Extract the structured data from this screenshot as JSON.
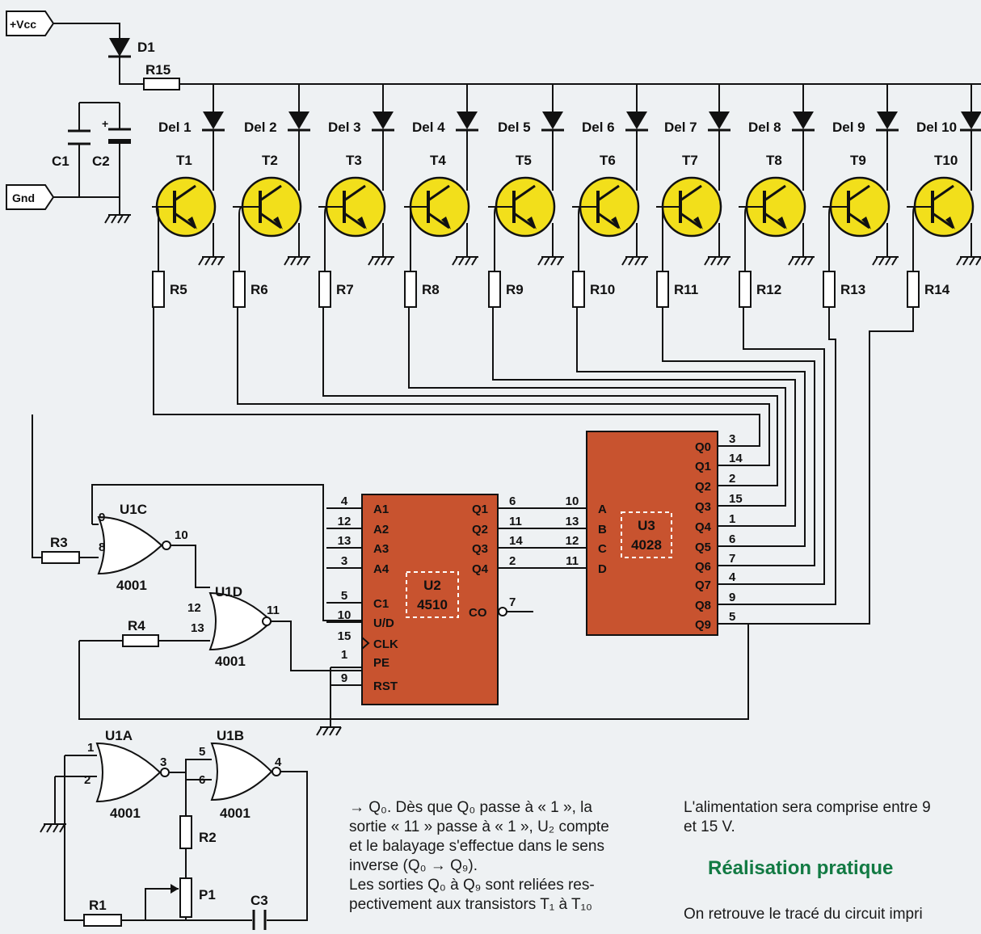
{
  "power": {
    "vcc": "+Vcc",
    "gnd": "Gnd"
  },
  "top_parts": {
    "d1": "D1",
    "r15": "R15",
    "c1": "C1",
    "c2": "C2",
    "c2_plus": "+"
  },
  "leds": [
    "Del 1",
    "Del 2",
    "Del 3",
    "Del 4",
    "Del 5",
    "Del 6",
    "Del 7",
    "Del 8",
    "Del 9",
    "Del 10"
  ],
  "transistors": [
    "T1",
    "T2",
    "T3",
    "T4",
    "T5",
    "T6",
    "T7",
    "T8",
    "T9",
    "T10"
  ],
  "base_resistors": [
    "R5",
    "R6",
    "R7",
    "R8",
    "R9",
    "R10",
    "R11",
    "R12",
    "R13",
    "R14"
  ],
  "gates": {
    "u1c": {
      "name": "U1C",
      "chip": "4001",
      "pins": [
        "9",
        "8",
        "10"
      ]
    },
    "u1d": {
      "name": "U1D",
      "chip": "4001",
      "pins": [
        "12",
        "13",
        "11"
      ]
    },
    "u1a": {
      "name": "U1A",
      "chip": "4001",
      "pins": [
        "1",
        "2",
        "3"
      ]
    },
    "u1b": {
      "name": "U1B",
      "chip": "4001",
      "pins": [
        "5",
        "6",
        "4"
      ]
    }
  },
  "passives": {
    "r1": "R1",
    "r2": "R2",
    "r3": "R3",
    "r4": "R4",
    "p1": "P1",
    "c3": "C3"
  },
  "u2": {
    "ref": "U2",
    "part": "4510",
    "left_pins": [
      {
        "name": "A1",
        "num": "4"
      },
      {
        "name": "A2",
        "num": "12"
      },
      {
        "name": "A3",
        "num": "13"
      },
      {
        "name": "A4",
        "num": "3"
      },
      {
        "name": "C1",
        "num": "5"
      },
      {
        "name": "U/D",
        "num": "10"
      },
      {
        "name": "CLK",
        "num": "15"
      },
      {
        "name": "PE",
        "num": "1"
      },
      {
        "name": "RST",
        "num": "9"
      }
    ],
    "right_pins": [
      {
        "name": "Q1",
        "num": "6"
      },
      {
        "name": "Q2",
        "num": "11"
      },
      {
        "name": "Q3",
        "num": "14"
      },
      {
        "name": "Q4",
        "num": "2"
      }
    ],
    "co": {
      "name": "CO",
      "num": "7"
    }
  },
  "u3": {
    "ref": "U3",
    "part": "4028",
    "left_pins": [
      {
        "name": "A",
        "num": "10"
      },
      {
        "name": "B",
        "num": "13"
      },
      {
        "name": "C",
        "num": "12"
      },
      {
        "name": "D",
        "num": "11"
      }
    ],
    "right_pins": [
      {
        "name": "Q0",
        "num": "3"
      },
      {
        "name": "Q1",
        "num": "14"
      },
      {
        "name": "Q2",
        "num": "2"
      },
      {
        "name": "Q3",
        "num": "15"
      },
      {
        "name": "Q4",
        "num": "1"
      },
      {
        "name": "Q5",
        "num": "6"
      },
      {
        "name": "Q6",
        "num": "7"
      },
      {
        "name": "Q7",
        "num": "4"
      },
      {
        "name": "Q8",
        "num": "9"
      },
      {
        "name": "Q9",
        "num": "5"
      }
    ]
  },
  "article": {
    "col1": [
      "→ Q₀. Dès que Q₀ passe à « 1 », la",
      "sortie « 11 » passe à « 1 », U₂ compte",
      "et le balayage s'effectue dans le sens",
      "inverse (Q₀ → Q₉).",
      "Les sorties Q₀ à Q₉ sont reliées res-",
      "pectivement aux transistors T₁ à T₁₀"
    ],
    "col2": [
      "L'alimentation sera comprise entre 9",
      "et 15 V."
    ],
    "heading": "Réalisation pratique",
    "col2_last": "On retrouve le tracé du circuit impri"
  }
}
